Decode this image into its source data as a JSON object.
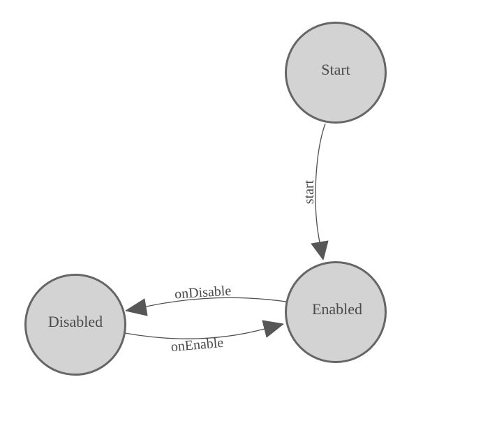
{
  "diagram": {
    "kind": "state-machine",
    "background_color": "#ffffff",
    "colors": {
      "node_fill": "#d3d3d3",
      "node_stroke": "#666666",
      "edge_stroke": "#4f4f4f",
      "arrow_fill": "#575757",
      "label_text": "#4a4a4a"
    },
    "nodes": [
      {
        "id": "start",
        "label": "Start"
      },
      {
        "id": "enabled",
        "label": "Enabled"
      },
      {
        "id": "disabled",
        "label": "Disabled"
      }
    ],
    "edges": [
      {
        "id": "start-to-enabled",
        "from": "Start",
        "to": "Enabled",
        "label": "start"
      },
      {
        "id": "enabled-to-disabled",
        "from": "Enabled",
        "to": "Disabled",
        "label": "onDisable"
      },
      {
        "id": "disabled-to-enabled",
        "from": "Disabled",
        "to": "Enabled",
        "label": "onEnable"
      }
    ]
  }
}
